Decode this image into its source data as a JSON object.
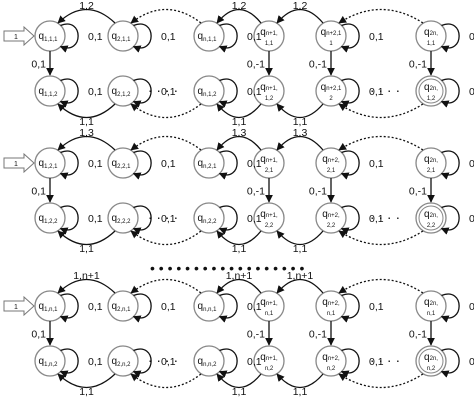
{
  "input_label": "1",
  "row_dots": "· · · ·",
  "mid_dots": "• • • • • • • • • • • • • • • • • •",
  "blocks": [
    {
      "q1_top": {
        "main": "q",
        "sub": "1,1,1"
      },
      "q2_top": {
        "main": "q",
        "sub": "2,1,1"
      },
      "qn_top": {
        "main": "q",
        "sub": "n,1,1"
      },
      "qn1_top": {
        "l1": "q",
        "l1sub": "n+1,",
        "l2": "1,1"
      },
      "qn2_top": {
        "l1": "q",
        "l1sub": "n+2,1",
        "l2": "1"
      },
      "q2n_top": {
        "l1": "q",
        "l1sub": "2n,",
        "l2": "1,1"
      },
      "q1_bot": {
        "main": "q",
        "sub": "1,1,2"
      },
      "q2_bot": {
        "main": "q",
        "sub": "2,1,2"
      },
      "qn_bot": {
        "main": "q",
        "sub": "n,1,2"
      },
      "qn1_bot": {
        "l1": "q",
        "l1sub": "n+1,",
        "l2": "1,2"
      },
      "qn2_bot": {
        "l1": "q",
        "l1sub": "n+2,1",
        "l2": "2"
      },
      "q2n_bot": {
        "l1": "q",
        "l1sub": "2n,",
        "l2": "1,2"
      },
      "top_arrow": "1,2",
      "top_arrow_mid": "1,2",
      "top_arrow_right": "1,2",
      "bottom_arrow": "1,1",
      "bottom_arrow_mid": "1,1",
      "bottom_arrow_right": "1,1",
      "loop_top": "0,1",
      "loop_bot": "0,1",
      "down_left": "0,1",
      "down_right": "0,-1",
      "loop_right_top": "0,1",
      "loop_right_bot": "0,1"
    },
    {
      "q1_top": {
        "main": "q",
        "sub": "1,2,1"
      },
      "q2_top": {
        "main": "q",
        "sub": "2,2,1"
      },
      "qn_top": {
        "main": "q",
        "sub": "n,2,1"
      },
      "qn1_top": {
        "l1": "q",
        "l1sub": "n+1,",
        "l2": "2,1"
      },
      "qn2_top": {
        "l1": "q",
        "l1sub": "n+2,",
        "l2": "2,1"
      },
      "q2n_top": {
        "l1": "q",
        "l1sub": "2n,",
        "l2": "2,1"
      },
      "q1_bot": {
        "main": "q",
        "sub": "1,2,2"
      },
      "q2_bot": {
        "main": "q",
        "sub": "2,2,2"
      },
      "qn_bot": {
        "main": "q",
        "sub": "n,2,2"
      },
      "qn1_bot": {
        "l1": "q",
        "l1sub": "n+1,",
        "l2": "2,2"
      },
      "qn2_bot": {
        "l1": "q",
        "l1sub": "n+2,",
        "l2": "2,2"
      },
      "q2n_bot": {
        "l1": "q",
        "l1sub": "2n,",
        "l2": "2,2"
      },
      "top_arrow": "1,3",
      "top_arrow_mid": "1,3",
      "top_arrow_right": "1,3",
      "bottom_arrow": "1,1",
      "bottom_arrow_mid": "1,1",
      "bottom_arrow_right": "1,1",
      "loop_top": "0,1",
      "loop_bot": "0,1",
      "down_left": "0,1",
      "down_right": "0,-1",
      "loop_right_top": "0,1",
      "loop_right_bot": "0,1"
    },
    {
      "q1_top": {
        "main": "q",
        "sub": "1,n,1"
      },
      "q2_top": {
        "main": "q",
        "sub": "2,n,1"
      },
      "qn_top": {
        "main": "q",
        "sub": "n,n,1"
      },
      "qn1_top": {
        "l1": "q",
        "l1sub": "n+1,",
        "l2": "n,1"
      },
      "qn2_top": {
        "l1": "q",
        "l1sub": "n+2,",
        "l2": "n,1"
      },
      "q2n_top": {
        "l1": "q",
        "l1sub": "2n,",
        "l2": "n,1"
      },
      "q1_bot": {
        "main": "q",
        "sub": "1,n,2"
      },
      "q2_bot": {
        "main": "q",
        "sub": "2,n,2"
      },
      "qn_bot": {
        "main": "q",
        "sub": "n,n,2"
      },
      "qn1_bot": {
        "l1": "q",
        "l1sub": "n+1,",
        "l2": "n,2"
      },
      "qn2_bot": {
        "l1": "q",
        "l1sub": "n+2,",
        "l2": "n,2"
      },
      "q2n_bot": {
        "l1": "q",
        "l1sub": "2n,",
        "l2": "n,2"
      },
      "top_arrow": "1,n+1",
      "top_arrow_mid": "1,n+1",
      "top_arrow_right": "1,n+1",
      "bottom_arrow": "1,1",
      "bottom_arrow_mid": "1,1",
      "bottom_arrow_right": "1,1",
      "loop_top": "0,1",
      "loop_bot": "0,1",
      "down_left": "0,1",
      "down_right": "0,-1",
      "loop_right_top": "0,1",
      "loop_right_bot": "0,1"
    }
  ]
}
